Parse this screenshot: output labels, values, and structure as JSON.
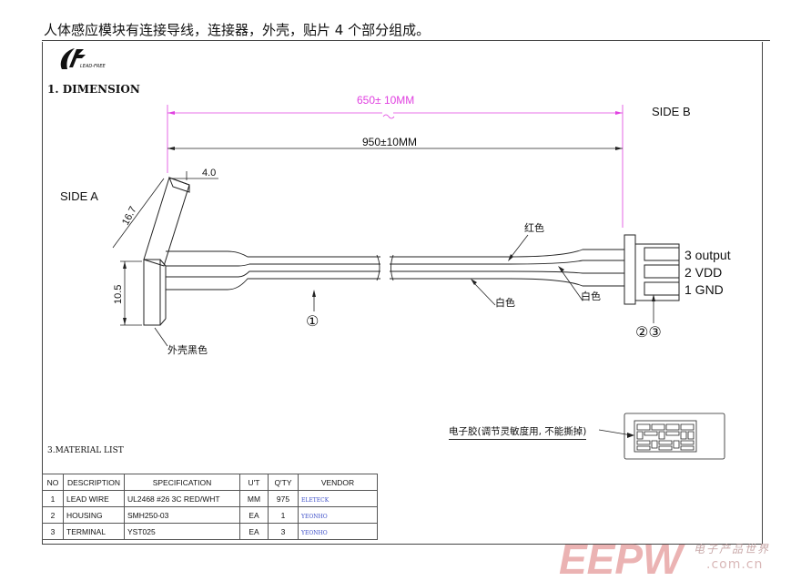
{
  "caption": "人体感应模块有连接导线，连接器，外壳，贴片 4 个部分组成。",
  "logo": {
    "text": "LEAD-FREE"
  },
  "section_title": "1. DIMENSION",
  "dims": {
    "magenta": "650± 10MM",
    "total": "950±10MM",
    "w40": "4.0",
    "d167": "16.7",
    "d105": "10.5"
  },
  "labels": {
    "side_a": "SIDE A",
    "side_b": "SIDE B",
    "red": "红色",
    "white1": "白色",
    "white2": "白色",
    "shell": "外壳黑色",
    "n1": "①",
    "n23": "②③",
    "pin3": "3  output",
    "pin2": "2  VDD",
    "pin1": "1  GND",
    "patch": "电子胶(调节灵敏度用, 不能撕掉)"
  },
  "material": {
    "title": "3.MATERIAL LIST",
    "headers": [
      "NO",
      "DESCRIPTION",
      "SPECIFICATION",
      "U'T",
      "Q'TY",
      "VENDOR"
    ],
    "rows": [
      [
        "1",
        "LEAD WIRE",
        "UL2468 #26 3C RED/WHT",
        "MM",
        "975",
        "ELETECK"
      ],
      [
        "2",
        "HOUSING",
        "SMH250-03",
        "EA",
        "1",
        "YEONHO"
      ],
      [
        "3",
        "TERMINAL",
        "YST025",
        "EA",
        "3",
        "YEONHO"
      ]
    ]
  },
  "watermark": {
    "brand": "EEPW",
    "cn": "电子产品世界",
    "domain": ".com.cn"
  },
  "colors": {
    "magenta": "#e040e0",
    "line": "#222222",
    "watermark": "#e8a6a6"
  }
}
